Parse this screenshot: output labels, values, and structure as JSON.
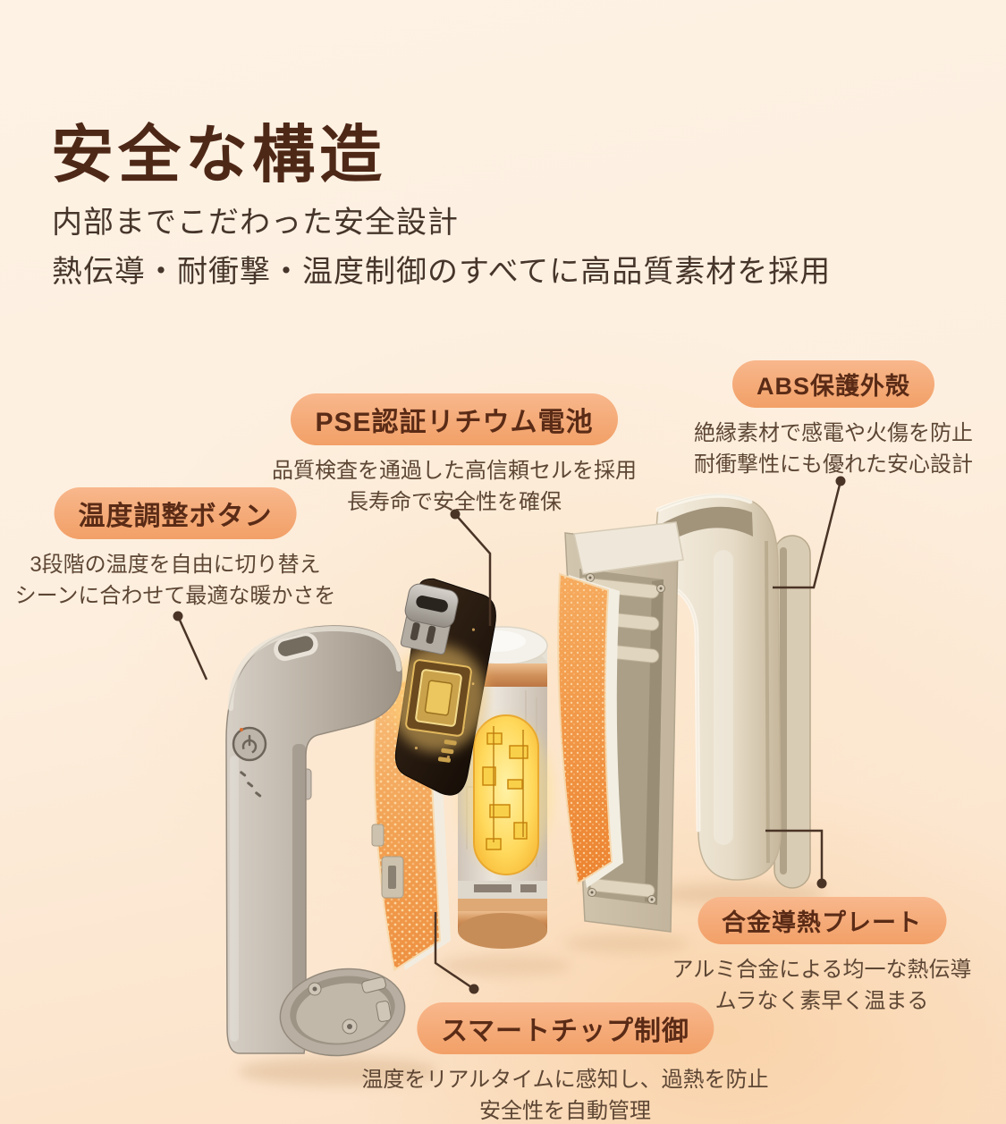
{
  "page": {
    "title": "安全な構造",
    "subtitle_line1": "内部までこだわった安全設計",
    "subtitle_line2": "熱伝導・耐衝撃・温度制御のすべてに高品質素材を採用"
  },
  "callouts": {
    "temp_button": {
      "label": "温度調整ボタン",
      "desc1": "3段階の温度を自由に切り替え",
      "desc2": "シーンに合わせて最適な暖かさを"
    },
    "battery": {
      "label": "PSE認証リチウム電池",
      "desc1": "品質検査を通過した高信頼セルを採用",
      "desc2": "長寿命で安全性を確保"
    },
    "shell": {
      "label": "ABS保護外殻",
      "desc1": "絶縁素材で感電や火傷を防止",
      "desc2": "耐衝撃性にも優れた安心設計"
    },
    "plate": {
      "label": "合金導熱プレート",
      "desc1": "アルミ合金による均一な熱伝導",
      "desc2": "ムラなく素早く温まる"
    },
    "chip": {
      "label": "スマートチップ制御",
      "desc1": "温度をリアルタイムに感知し、過熱を防止",
      "desc2": "安全性を自動管理"
    }
  },
  "colors": {
    "background_top": "#fdf2e4",
    "background_bottom": "#fbdfc2",
    "label_pill": "#f4a673",
    "label_text": "#5a2b16",
    "heading_text": "#4e2817",
    "body_text": "#5d4634",
    "leader_line": "#4a3426",
    "device_body": "#b4aa9e",
    "heating_film": "#f09144",
    "battery_glow": "#ffd23e"
  }
}
